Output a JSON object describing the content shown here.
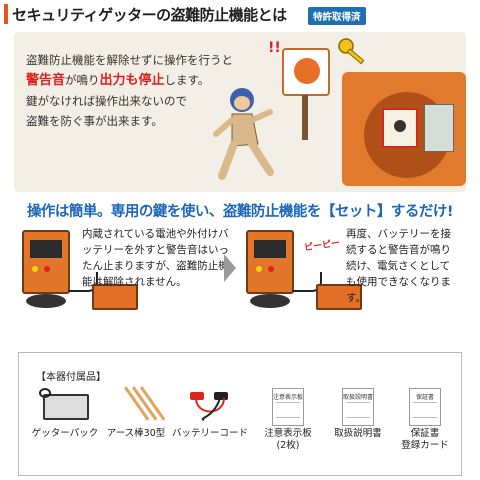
{
  "header": {
    "title": "セキュリティゲッターの盗難防止機能とは",
    "badge": "特許取得済"
  },
  "anti_theft": {
    "line1": "盗難防止機能を解除せずに操作を行うと",
    "line2_red1": "警告音",
    "line2_mid": "が鳴り",
    "line2_red2": "出力も停止",
    "line2_end": "します。",
    "line3": "鍵がなければ操作出来ないので",
    "line4": "盗難を防ぐ事が出来ます。",
    "spark_text": "!!"
  },
  "instruction": {
    "heading": "操作は簡単。専用の鍵を使い、盗難防止機能を【セット】するだけ!"
  },
  "scene_left": {
    "text": "内蔵されている電池や外付けバッテリーを外すと警告音はいったん止まりますが、盗難防止機能は解除されません。"
  },
  "scene_right": {
    "beep": "ピーピー",
    "text": "再度、バッテリーを接続すると警告音が鳴り続け、電気さくとしても使用できなくなります。"
  },
  "accessories": {
    "title": "【本器付属品】",
    "items": [
      {
        "label": "ゲッターパック"
      },
      {
        "label": "アース棒30型"
      },
      {
        "label": "バッテリーコード"
      },
      {
        "label": "注意表示板",
        "sub": "(2枚)",
        "doc_text": "注意表示板"
      },
      {
        "label": "取扱説明書",
        "doc_text": "取扱説明書"
      },
      {
        "label": "保証書",
        "sub": "登録カード",
        "doc_text": "保証書"
      }
    ]
  },
  "colors": {
    "accent_orange": "#e8561c",
    "heading_blue": "#1c67b8",
    "warning_red": "#e02020"
  }
}
